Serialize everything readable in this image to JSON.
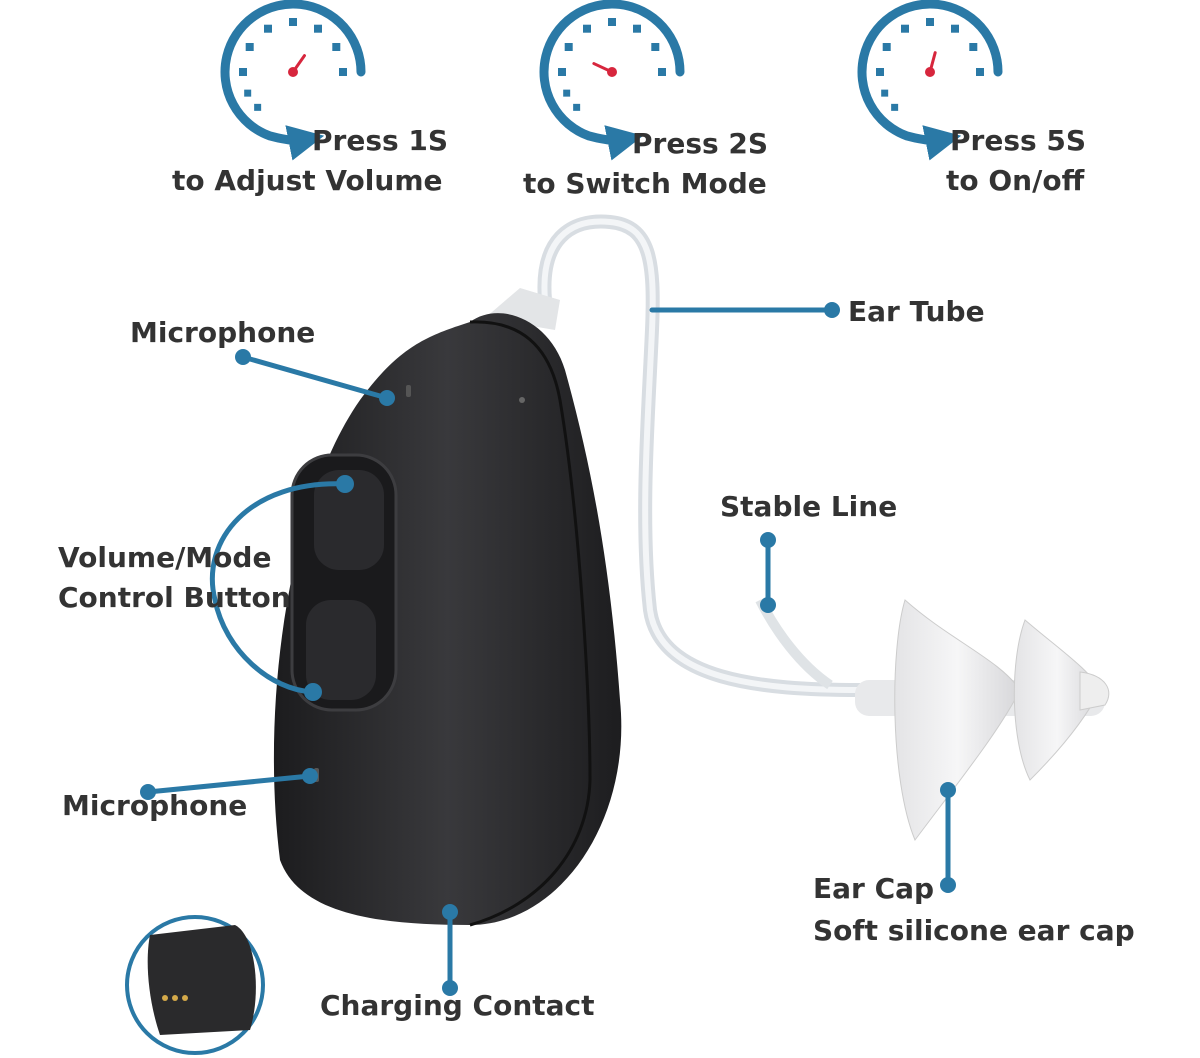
{
  "colors": {
    "accent": "#2a79a6",
    "needle": "#d7263d",
    "text": "#333333",
    "device": "#2b2b2d"
  },
  "gauges": [
    {
      "line1": "Press 1S",
      "line2": "to Adjust Volume"
    },
    {
      "line1": "Press 2S",
      "line2": "to Switch Mode"
    },
    {
      "line1": "Press 5S",
      "line2": "to On/off"
    }
  ],
  "labels": {
    "ear_tube": "Ear Tube",
    "microphone_top": "Microphone",
    "stable_line": "Stable Line",
    "control_line1": "Volume/Mode",
    "control_line2": "Control Button",
    "microphone_bottom": "Microphone",
    "ear_cap_line1": "Ear Cap",
    "ear_cap_line2": "Soft silicone ear cap",
    "charging_contact": "Charging Contact"
  }
}
